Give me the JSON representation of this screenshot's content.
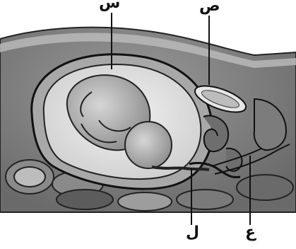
{
  "labels": {
    "s": "س",
    "d": "ص",
    "l": "ل",
    "a": "ع"
  }
}
